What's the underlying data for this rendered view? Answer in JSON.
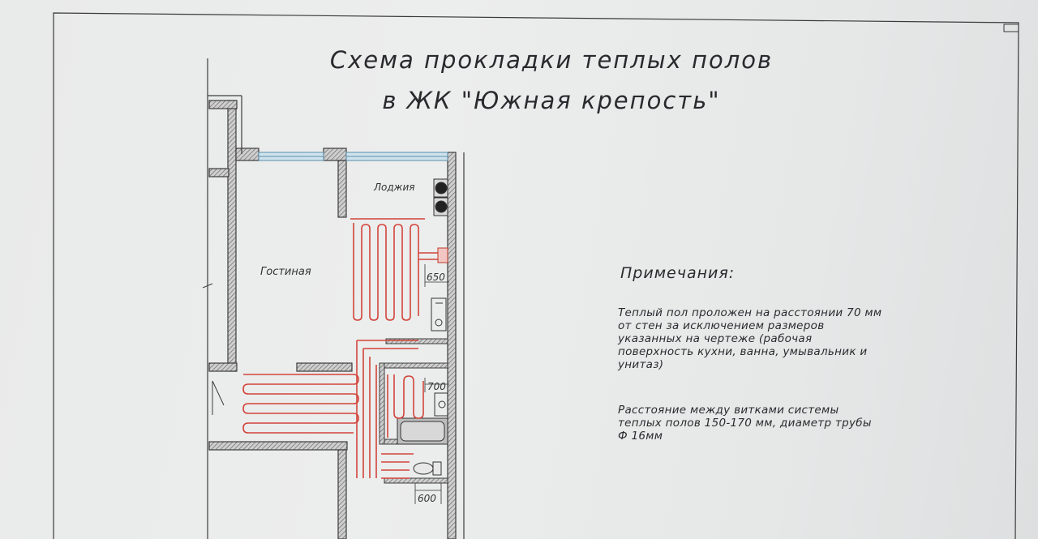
{
  "title": {
    "line1": "Схема прокладки теплых полов",
    "line2": "в ЖК \"Южная крепость\""
  },
  "rooms": {
    "living_room": "Гостиная",
    "loggia": "Лоджия"
  },
  "dimensions": {
    "d1": "650",
    "d2": "700",
    "d3": "600"
  },
  "notes": {
    "heading": "Примечания:",
    "note1": [
      "Теплый пол проложен на расстоянии 70 мм",
      "от стен за исключением размеров",
      "указанных на чертеже (рабочая",
      "поверхность кухни, ванна, умывальник и",
      "унитаз)"
    ],
    "note2": [
      "Расстояние между витками системы",
      "теплых полов 150-170 мм, диаметр трубы",
      "Ф 16мм"
    ]
  },
  "colors": {
    "pipe": "#d2453b",
    "wall": "#444444",
    "window": "#8fb8cf",
    "paper": "#eaebeb"
  }
}
